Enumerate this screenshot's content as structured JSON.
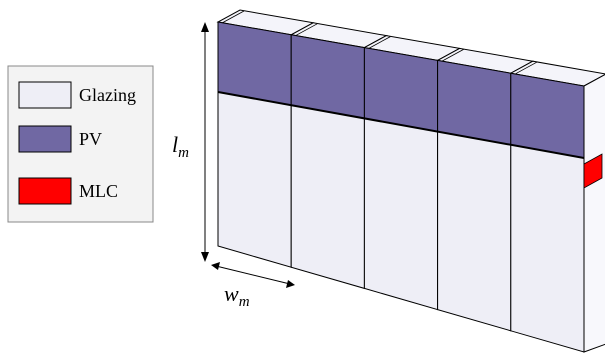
{
  "colors": {
    "glazing": "#eeeef6",
    "glazing_top": "#f4f4fa",
    "pv": "#7068a3",
    "mlc": "#ff0000",
    "outline": "#000000",
    "legend_bg": "#f3f3f3"
  },
  "legend": {
    "items": [
      {
        "label": "Glazing",
        "swatch": "glazing"
      },
      {
        "label": "PV",
        "swatch": "pv"
      },
      {
        "label": "MLC",
        "swatch": "mlc"
      }
    ]
  },
  "dimensions": {
    "length": {
      "symbol": "l",
      "subscript": "m"
    },
    "width": {
      "symbol": "w",
      "subscript": "m"
    }
  },
  "facade": {
    "module_count": 5
  }
}
